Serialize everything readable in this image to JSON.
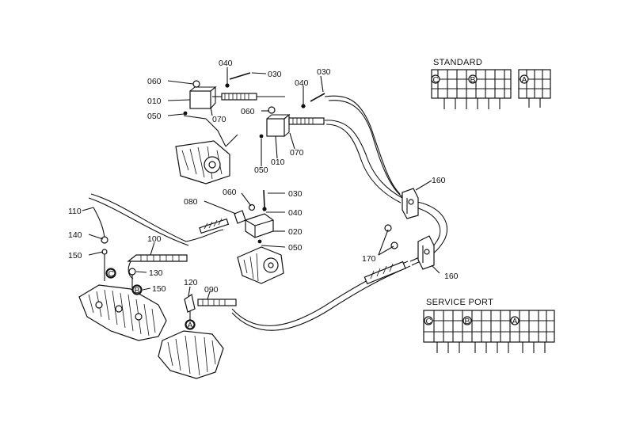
{
  "diagram": {
    "headers": {
      "standard": "STANDARD",
      "service_port": "SERVICE PORT"
    },
    "markers": {
      "a": "A",
      "b": "B",
      "c": "C"
    },
    "callouts": {
      "c030a": "030",
      "c040a": "040",
      "c060a": "060",
      "c010a": "010",
      "c050a": "050",
      "c070a": "070",
      "c030b": "030",
      "c040b": "040",
      "c060b": "060",
      "c070b": "070",
      "c050b": "050",
      "c010b": "010",
      "c160a": "160",
      "c160b": "160",
      "c170": "170",
      "c060c": "060",
      "c080": "080",
      "c030c": "030",
      "c040c": "040",
      "c020": "020",
      "c050c": "050",
      "c110": "110",
      "c140": "140",
      "c150a": "150",
      "c100": "100",
      "c130": "130",
      "c150b": "150",
      "c120": "120",
      "c090": "090"
    }
  }
}
